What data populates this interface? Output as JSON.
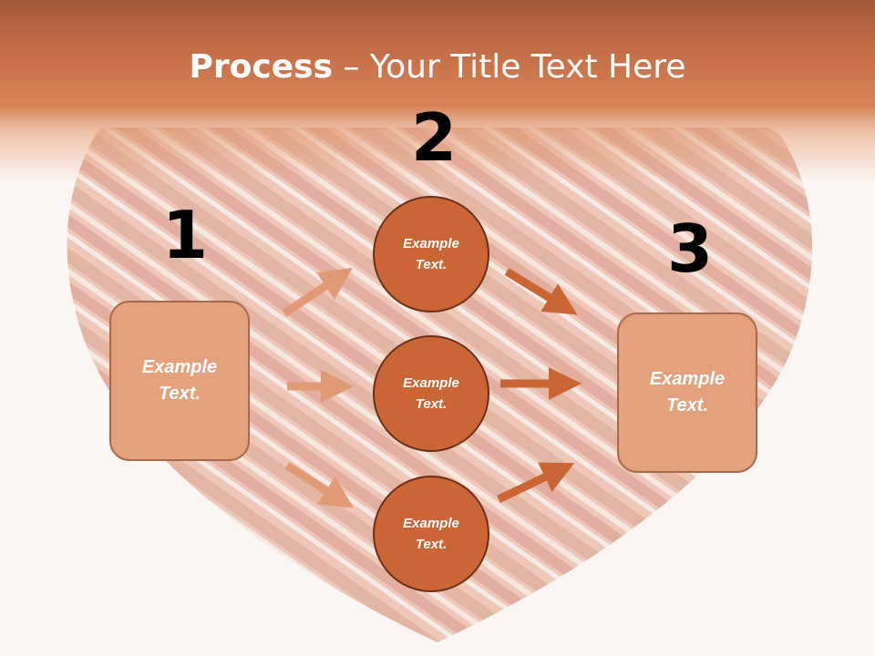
{
  "slide": {
    "title_bold": "Process",
    "title_rest": " – Your Title Text Here"
  },
  "steps": {
    "one": "1",
    "two": "2",
    "three": "3"
  },
  "left_box": {
    "line1": "Example",
    "line2": "Text."
  },
  "right_box": {
    "line1": "Example",
    "line2": "Text."
  },
  "circles": [
    {
      "line1": "Example",
      "line2": "Text."
    },
    {
      "line1": "Example",
      "line2": "Text."
    },
    {
      "line1": "Example",
      "line2": "Text."
    }
  ],
  "colors": {
    "header": "#c7714a",
    "box_fill": "#e3a17e",
    "circle_fill": "#cc6536",
    "arrow_light": "#e09a76",
    "arrow_dark": "#cc6536"
  }
}
